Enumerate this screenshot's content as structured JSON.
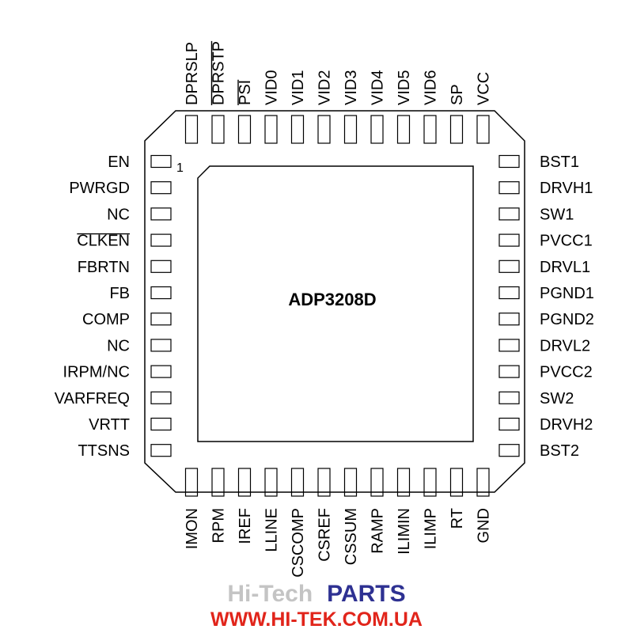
{
  "chip": {
    "name": "ADP3208D",
    "pin1_marker": "1"
  },
  "pins": {
    "left": [
      {
        "label": "EN",
        "overbar": false
      },
      {
        "label": "PWRGD",
        "overbar": false
      },
      {
        "label": "NC",
        "overbar": false
      },
      {
        "label": "CLKEN",
        "overbar": true
      },
      {
        "label": "FBRTN",
        "overbar": false
      },
      {
        "label": "FB",
        "overbar": false
      },
      {
        "label": "COMP",
        "overbar": false
      },
      {
        "label": "NC",
        "overbar": false
      },
      {
        "label": "IRPM/NC",
        "overbar": false
      },
      {
        "label": "VARFREQ",
        "overbar": false
      },
      {
        "label": "VRTT",
        "overbar": false
      },
      {
        "label": "TTSNS",
        "overbar": false
      }
    ],
    "right": [
      {
        "label": "BST1",
        "overbar": false
      },
      {
        "label": "DRVH1",
        "overbar": false
      },
      {
        "label": "SW1",
        "overbar": false
      },
      {
        "label": "PVCC1",
        "overbar": false
      },
      {
        "label": "DRVL1",
        "overbar": false
      },
      {
        "label": "PGND1",
        "overbar": false
      },
      {
        "label": "PGND2",
        "overbar": false
      },
      {
        "label": "DRVL2",
        "overbar": false
      },
      {
        "label": "PVCC2",
        "overbar": false
      },
      {
        "label": "SW2",
        "overbar": false
      },
      {
        "label": "DRVH2",
        "overbar": false
      },
      {
        "label": "BST2",
        "overbar": false
      }
    ],
    "top": [
      {
        "label": "DPRSLP",
        "overbar": false
      },
      {
        "label": "DPRSTP",
        "overbar": true
      },
      {
        "label": "PSI",
        "overbar": true
      },
      {
        "label": "VID0",
        "overbar": false
      },
      {
        "label": "VID1",
        "overbar": false
      },
      {
        "label": "VID2",
        "overbar": false
      },
      {
        "label": "VID3",
        "overbar": false
      },
      {
        "label": "VID4",
        "overbar": false
      },
      {
        "label": "VID5",
        "overbar": false
      },
      {
        "label": "VID6",
        "overbar": false
      },
      {
        "label": "SP",
        "overbar": false
      },
      {
        "label": "VCC",
        "overbar": false
      }
    ],
    "bottom": [
      {
        "label": "IMON",
        "overbar": false
      },
      {
        "label": "RPM",
        "overbar": false
      },
      {
        "label": "IREF",
        "overbar": false
      },
      {
        "label": "LLINE",
        "overbar": false
      },
      {
        "label": "CSCOMP",
        "overbar": false
      },
      {
        "label": "CSREF",
        "overbar": false
      },
      {
        "label": "CSSUM",
        "overbar": false
      },
      {
        "label": "RAMP",
        "overbar": false
      },
      {
        "label": "ILIMIN",
        "overbar": false
      },
      {
        "label": "ILIMP",
        "overbar": false
      },
      {
        "label": "RT",
        "overbar": false
      },
      {
        "label": "GND",
        "overbar": false
      }
    ]
  },
  "watermark": {
    "brand_prefix": "Hi-Tech",
    "brand_suffix": "PARTS",
    "url": "WWW.HI-TEK.COM.UA",
    "colors": {
      "prefix": "#c4c4c4",
      "suffix": "#2e3192",
      "url": "#e1251b"
    }
  }
}
